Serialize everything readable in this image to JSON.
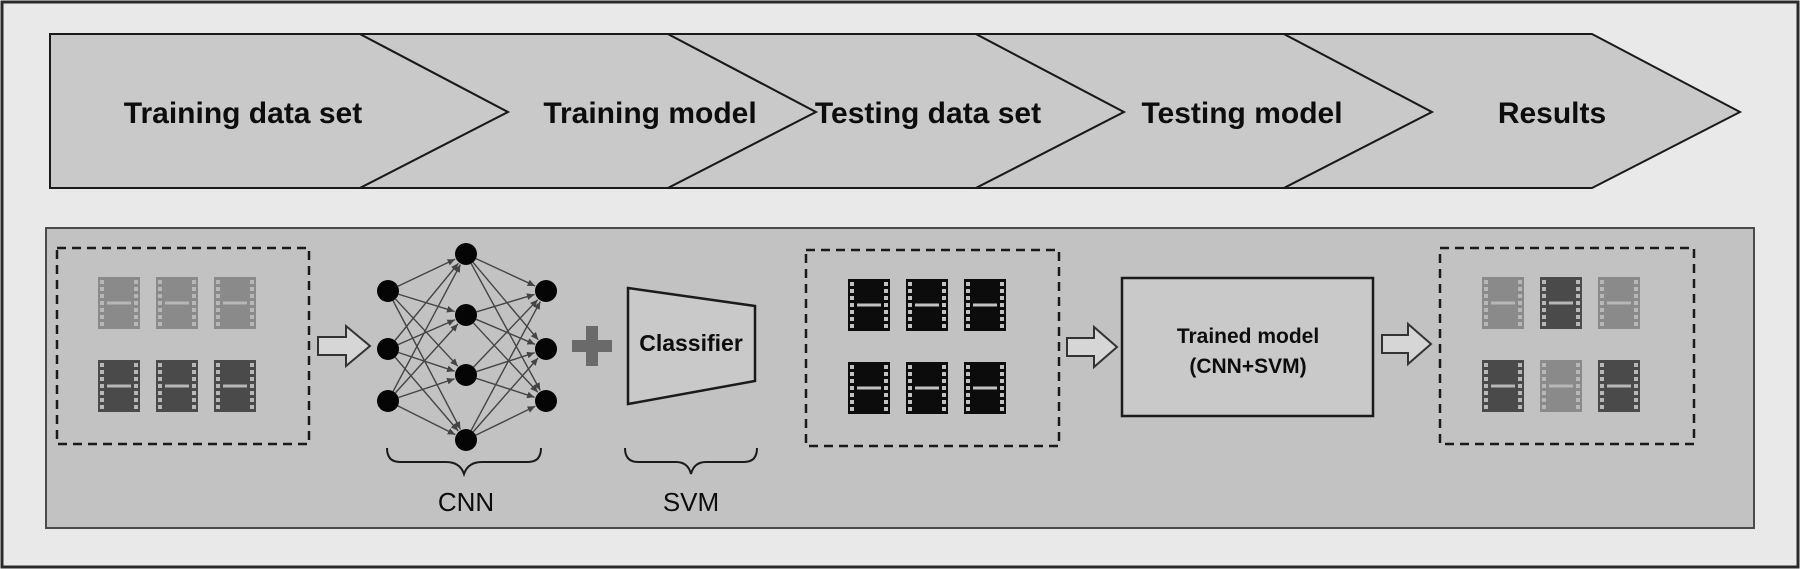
{
  "pipeline": {
    "steps": [
      {
        "label": "Training data set"
      },
      {
        "label": "Training model"
      },
      {
        "label": "Testing data set"
      },
      {
        "label": "Testing model"
      },
      {
        "label": "Results"
      }
    ]
  },
  "workflow": {
    "training_data": {
      "frame_rows": [
        [
          "light-film-icon",
          "light-film-icon",
          "light-film-icon"
        ],
        [
          "dark-film-icon",
          "dark-film-icon",
          "dark-film-icon"
        ]
      ]
    },
    "cnn": {
      "brace_label": "CNN"
    },
    "plus": {
      "icon": "plus-icon"
    },
    "svm": {
      "classifier_label": "Classifier",
      "brace_label": "SVM"
    },
    "testing_data": {
      "frame_rows": [
        [
          "black-film-icon",
          "black-film-icon",
          "black-film-icon"
        ],
        [
          "black-film-icon",
          "black-film-icon",
          "black-film-icon"
        ]
      ]
    },
    "trained_model": {
      "line1": "Trained model",
      "line2": "(CNN+SVM)"
    },
    "results": {
      "frame_rows": [
        [
          "light-film-icon",
          "dark-film-icon",
          "light-film-icon"
        ],
        [
          "dark-film-icon",
          "light-film-icon",
          "dark-film-icon"
        ]
      ]
    }
  },
  "colors": {
    "page_background": "#e9e9e9",
    "panel_background": "#c2c2c2",
    "chevron_fill": "#c9c9c9",
    "film_black": "#0c0c0c",
    "film_dark": "#4a4a4a",
    "film_light": "#8a8a8a",
    "plus": "#6a6a6a"
  }
}
